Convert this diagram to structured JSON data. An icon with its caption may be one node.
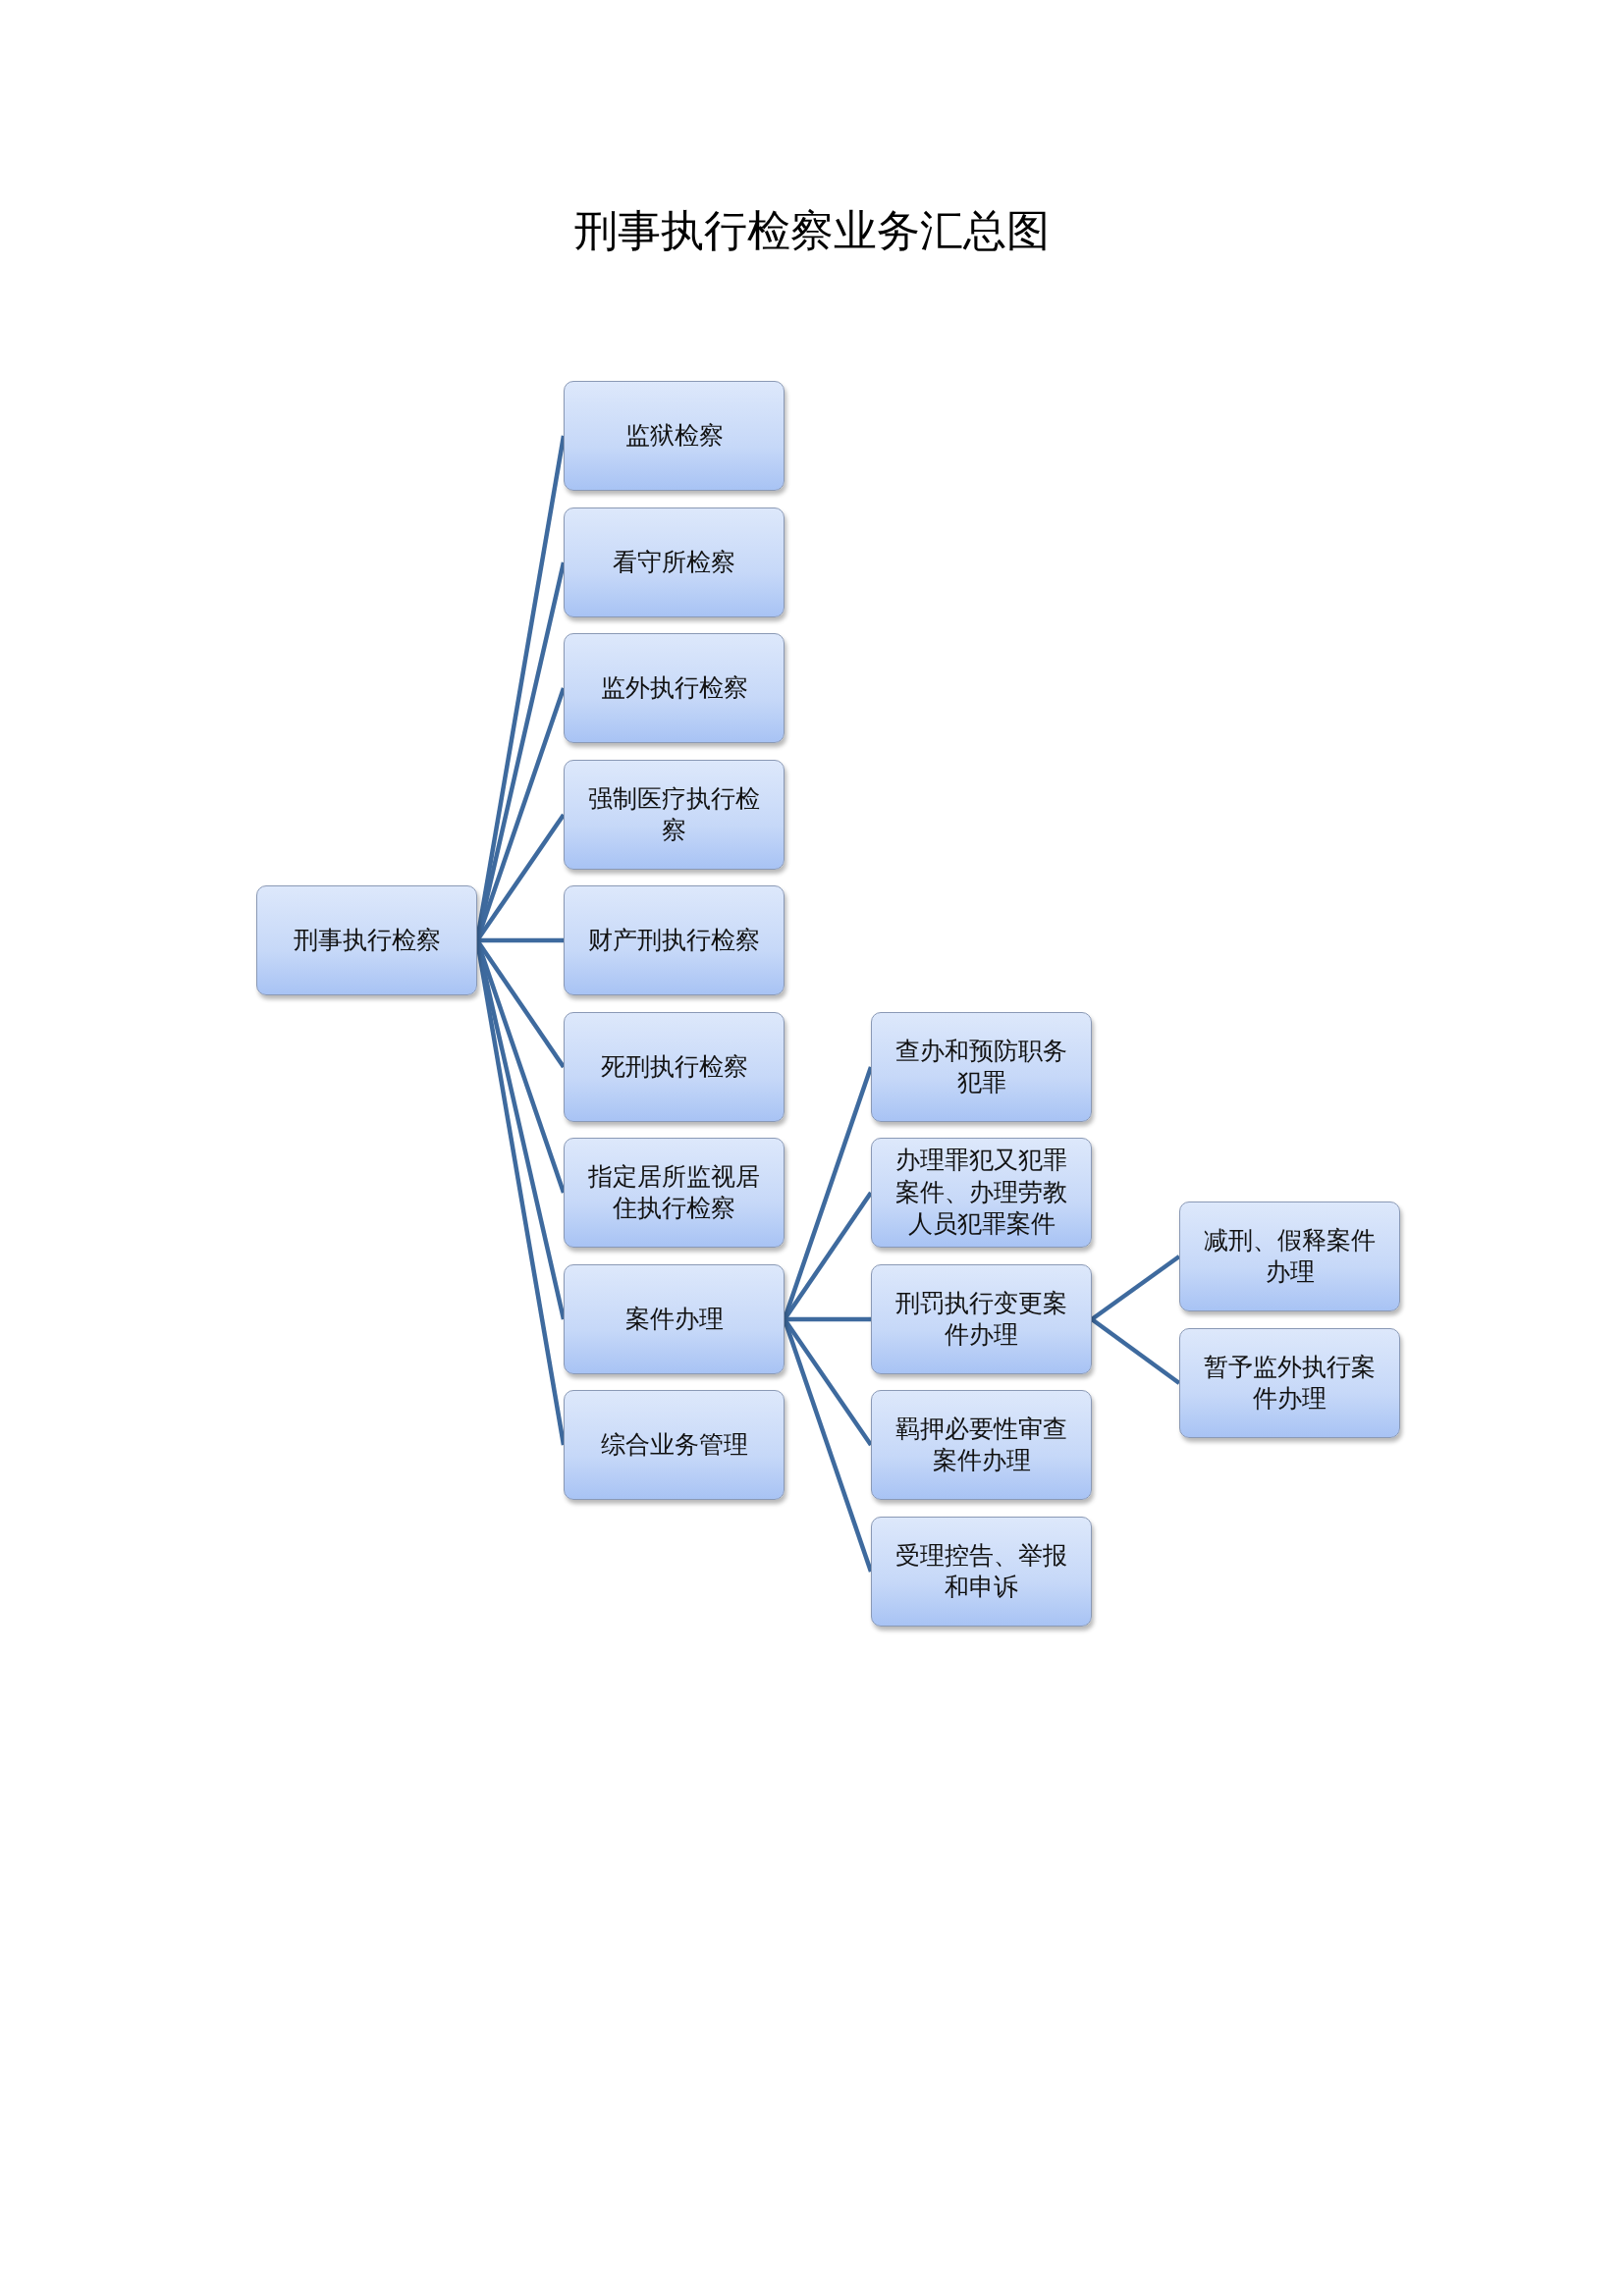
{
  "diagram": {
    "title": "刑事执行检察业务汇总图",
    "nodes": [
      {
        "text": [
          "刑事执行检察"
        ]
      },
      {
        "text": [
          "监狱检察"
        ]
      },
      {
        "text": [
          "看守所检察"
        ]
      },
      {
        "text": [
          "监外执行检察"
        ]
      },
      {
        "text": [
          "强制医疗执行检察"
        ]
      },
      {
        "text": [
          "财产刑执行检察"
        ]
      },
      {
        "text": [
          "死刑执行检察"
        ]
      },
      {
        "text": [
          "指定居所监视居住执行检察"
        ]
      },
      {
        "text": [
          "案件办理"
        ]
      },
      {
        "text": [
          "综合业务管理"
        ]
      },
      {
        "text": [
          "查办和预防职务犯罪"
        ]
      },
      {
        "text": [
          "办理罪犯又犯罪案件、办理劳教人员犯罪案件"
        ]
      },
      {
        "text": [
          "刑罚执行变更案件办理"
        ]
      },
      {
        "text": [
          "羁押必要性审查案件办理"
        ]
      },
      {
        "text": [
          "受理控告、举报和申诉"
        ]
      },
      {
        "text": [
          "减刑、假释案件办理"
        ]
      },
      {
        "text": [
          "暂予监外执行案件办理"
        ]
      }
    ],
    "edges": [
      {
        "from": 0,
        "to": 1,
        "arrow": "none"
      },
      {
        "from": 0,
        "to": 2,
        "arrow": "none"
      },
      {
        "from": 0,
        "to": 3,
        "arrow": "none"
      },
      {
        "from": 0,
        "to": 4,
        "arrow": "none"
      },
      {
        "from": 0,
        "to": 5,
        "arrow": "none"
      },
      {
        "from": 0,
        "to": 6,
        "arrow": "none"
      },
      {
        "from": 0,
        "to": 7,
        "arrow": "none"
      },
      {
        "from": 0,
        "to": 8,
        "arrow": "none"
      },
      {
        "from": 0,
        "to": 9,
        "arrow": "none"
      },
      {
        "from": 8,
        "to": 10,
        "arrow": "none"
      },
      {
        "from": 8,
        "to": 11,
        "arrow": "none"
      },
      {
        "from": 8,
        "to": 12,
        "arrow": "none"
      },
      {
        "from": 8,
        "to": 13,
        "arrow": "none"
      },
      {
        "from": 8,
        "to": 14,
        "arrow": "none"
      },
      {
        "from": 12,
        "to": 15,
        "arrow": "none"
      },
      {
        "from": 12,
        "to": 16,
        "arrow": "none"
      }
    ]
  }
}
